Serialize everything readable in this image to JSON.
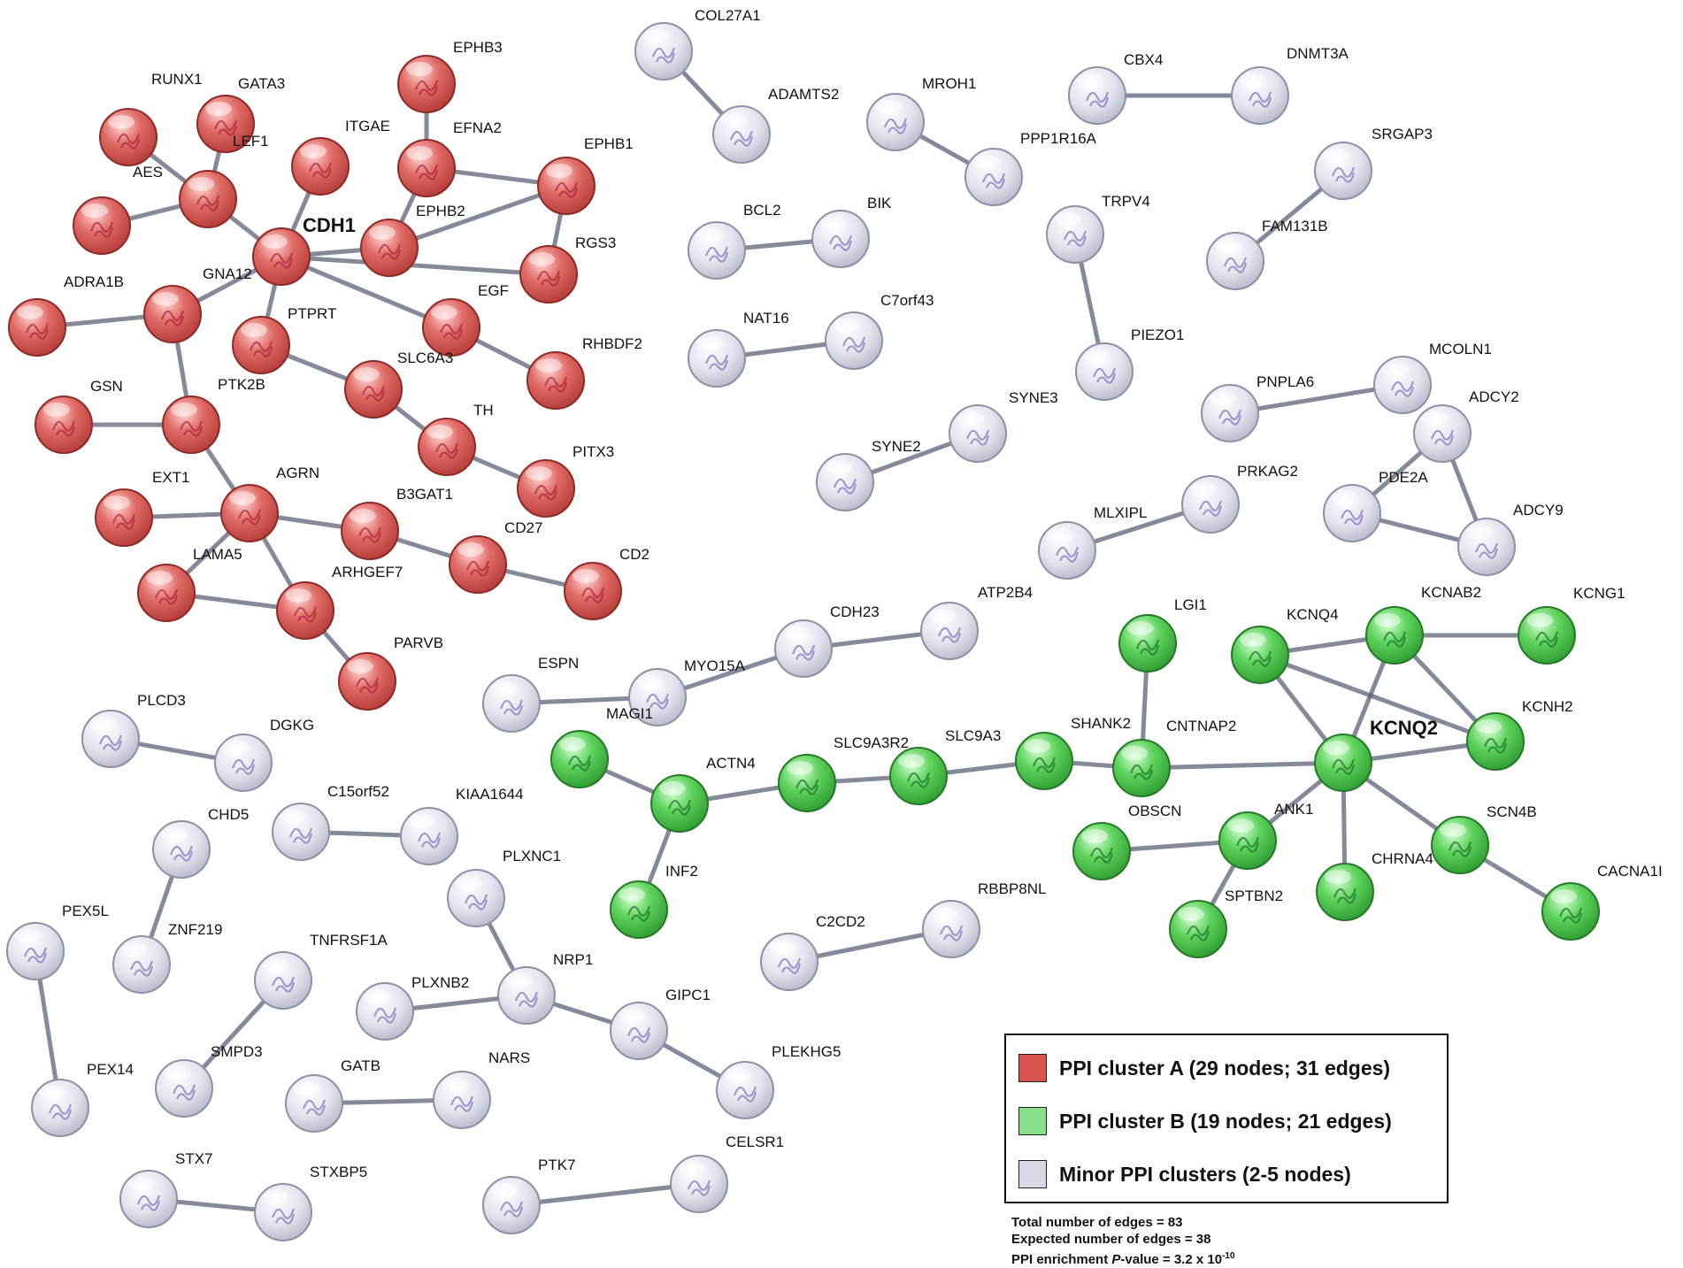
{
  "colors": {
    "cluster_a": "#d9534f",
    "cluster_b": "#3fbf3f",
    "minor": "#d7d8e6",
    "edge": "#5c6178"
  },
  "nodes": [
    {
      "id": "RUNX1",
      "cluster": "A"
    },
    {
      "id": "GATA3",
      "cluster": "A"
    },
    {
      "id": "LEF1",
      "cluster": "A"
    },
    {
      "id": "AES",
      "cluster": "A"
    },
    {
      "id": "ITGAE",
      "cluster": "A"
    },
    {
      "id": "CDH1",
      "cluster": "A",
      "hub": true
    },
    {
      "id": "EPHB3",
      "cluster": "A"
    },
    {
      "id": "EFNA2",
      "cluster": "A"
    },
    {
      "id": "EPHB1",
      "cluster": "A"
    },
    {
      "id": "EPHB2",
      "cluster": "A"
    },
    {
      "id": "RGS3",
      "cluster": "A"
    },
    {
      "id": "ADRA1B",
      "cluster": "A"
    },
    {
      "id": "GNA12",
      "cluster": "A"
    },
    {
      "id": "PTPRT",
      "cluster": "A"
    },
    {
      "id": "EGF",
      "cluster": "A"
    },
    {
      "id": "SLC6A3",
      "cluster": "A"
    },
    {
      "id": "RHBDF2",
      "cluster": "A"
    },
    {
      "id": "GSN",
      "cluster": "A"
    },
    {
      "id": "PTK2B",
      "cluster": "A"
    },
    {
      "id": "TH",
      "cluster": "A"
    },
    {
      "id": "PITX3",
      "cluster": "A"
    },
    {
      "id": "EXT1",
      "cluster": "A"
    },
    {
      "id": "AGRN",
      "cluster": "A"
    },
    {
      "id": "B3GAT1",
      "cluster": "A"
    },
    {
      "id": "CD27",
      "cluster": "A"
    },
    {
      "id": "CD2",
      "cluster": "A"
    },
    {
      "id": "LAMA5",
      "cluster": "A"
    },
    {
      "id": "ARHGEF7",
      "cluster": "A"
    },
    {
      "id": "PARVB",
      "cluster": "A"
    },
    {
      "id": "COL27A1",
      "cluster": "M"
    },
    {
      "id": "ADAMTS2",
      "cluster": "M"
    },
    {
      "id": "MROH1",
      "cluster": "M"
    },
    {
      "id": "PPP1R16A",
      "cluster": "M"
    },
    {
      "id": "CBX4",
      "cluster": "M"
    },
    {
      "id": "DNMT3A",
      "cluster": "M"
    },
    {
      "id": "SRGAP3",
      "cluster": "M"
    },
    {
      "id": "FAM131B",
      "cluster": "M"
    },
    {
      "id": "BCL2",
      "cluster": "M"
    },
    {
      "id": "BIK",
      "cluster": "M"
    },
    {
      "id": "TRPV4",
      "cluster": "M"
    },
    {
      "id": "PIEZO1",
      "cluster": "M"
    },
    {
      "id": "NAT16",
      "cluster": "M"
    },
    {
      "id": "C7orf43",
      "cluster": "M"
    },
    {
      "id": "PNPLA6",
      "cluster": "M"
    },
    {
      "id": "MCOLN1",
      "cluster": "M"
    },
    {
      "id": "SYNE3",
      "cluster": "M"
    },
    {
      "id": "SYNE2",
      "cluster": "M"
    },
    {
      "id": "ADCY2",
      "cluster": "M"
    },
    {
      "id": "PDE2A",
      "cluster": "M"
    },
    {
      "id": "ADCY9",
      "cluster": "M"
    },
    {
      "id": "PRKAG2",
      "cluster": "M"
    },
    {
      "id": "MLXIPL",
      "cluster": "M"
    },
    {
      "id": "ATP2B4",
      "cluster": "M"
    },
    {
      "id": "CDH23",
      "cluster": "M"
    },
    {
      "id": "MYO15A",
      "cluster": "M"
    },
    {
      "id": "ESPN",
      "cluster": "M"
    },
    {
      "id": "LGI1",
      "cluster": "B"
    },
    {
      "id": "KCNQ4",
      "cluster": "B"
    },
    {
      "id": "KCNAB2",
      "cluster": "B"
    },
    {
      "id": "KCNG1",
      "cluster": "B"
    },
    {
      "id": "KCNH2",
      "cluster": "B"
    },
    {
      "id": "KCNQ2",
      "cluster": "B",
      "hub": true
    },
    {
      "id": "SHANK2",
      "cluster": "B"
    },
    {
      "id": "CNTNAP2",
      "cluster": "B"
    },
    {
      "id": "SLC9A3",
      "cluster": "B"
    },
    {
      "id": "SLC9A3R2",
      "cluster": "B"
    },
    {
      "id": "ACTN4",
      "cluster": "B"
    },
    {
      "id": "MAGI1",
      "cluster": "B"
    },
    {
      "id": "INF2",
      "cluster": "B"
    },
    {
      "id": "ANK1",
      "cluster": "B"
    },
    {
      "id": "OBSCN",
      "cluster": "B"
    },
    {
      "id": "SPTBN2",
      "cluster": "B"
    },
    {
      "id": "CHRNA4",
      "cluster": "B"
    },
    {
      "id": "SCN4B",
      "cluster": "B"
    },
    {
      "id": "CACNA1I",
      "cluster": "B"
    },
    {
      "id": "PLCD3",
      "cluster": "M"
    },
    {
      "id": "DGKG",
      "cluster": "M"
    },
    {
      "id": "C15orf52",
      "cluster": "M"
    },
    {
      "id": "KIAA1644",
      "cluster": "M"
    },
    {
      "id": "CHD5",
      "cluster": "M"
    },
    {
      "id": "ZNF219",
      "cluster": "M"
    },
    {
      "id": "PLXNC1",
      "cluster": "M"
    },
    {
      "id": "NRP1",
      "cluster": "M"
    },
    {
      "id": "PLXNB2",
      "cluster": "M"
    },
    {
      "id": "GIPC1",
      "cluster": "M"
    },
    {
      "id": "PLEKHG5",
      "cluster": "M"
    },
    {
      "id": "PEX5L",
      "cluster": "M"
    },
    {
      "id": "PEX14",
      "cluster": "M"
    },
    {
      "id": "TNFRSF1A",
      "cluster": "M"
    },
    {
      "id": "SMPD3",
      "cluster": "M"
    },
    {
      "id": "GATB",
      "cluster": "M"
    },
    {
      "id": "NARS",
      "cluster": "M"
    },
    {
      "id": "C2CD2",
      "cluster": "M"
    },
    {
      "id": "RBBP8NL",
      "cluster": "M"
    },
    {
      "id": "STX7",
      "cluster": "M"
    },
    {
      "id": "STXBP5",
      "cluster": "M"
    },
    {
      "id": "PTK7",
      "cluster": "M"
    },
    {
      "id": "CELSR1",
      "cluster": "M"
    }
  ],
  "edges": [
    [
      "RUNX1",
      "LEF1"
    ],
    [
      "GATA3",
      "LEF1"
    ],
    [
      "AES",
      "LEF1"
    ],
    [
      "LEF1",
      "CDH1"
    ],
    [
      "ITGAE",
      "CDH1"
    ],
    [
      "EPHB3",
      "EFNA2"
    ],
    [
      "EFNA2",
      "EPHB1"
    ],
    [
      "EFNA2",
      "EPHB2"
    ],
    [
      "EPHB1",
      "EPHB2"
    ],
    [
      "EPHB1",
      "RGS3"
    ],
    [
      "CDH1",
      "EPHB2"
    ],
    [
      "CDH1",
      "RGS3"
    ],
    [
      "CDH1",
      "EGF"
    ],
    [
      "CDH1",
      "GNA12"
    ],
    [
      "CDH1",
      "PTPRT"
    ],
    [
      "ADRA1B",
      "GNA12"
    ],
    [
      "GNA12",
      "PTK2B"
    ],
    [
      "PTPRT",
      "SLC6A3"
    ],
    [
      "EGF",
      "RHBDF2"
    ],
    [
      "SLC6A3",
      "TH"
    ],
    [
      "TH",
      "PITX3"
    ],
    [
      "GSN",
      "PTK2B"
    ],
    [
      "PTK2B",
      "AGRN"
    ],
    [
      "EXT1",
      "AGRN"
    ],
    [
      "AGRN",
      "LAMA5"
    ],
    [
      "AGRN",
      "B3GAT1"
    ],
    [
      "AGRN",
      "ARHGEF7"
    ],
    [
      "B3GAT1",
      "CD27"
    ],
    [
      "CD27",
      "CD2"
    ],
    [
      "LAMA5",
      "ARHGEF7"
    ],
    [
      "ARHGEF7",
      "PARVB"
    ],
    [
      "COL27A1",
      "ADAMTS2"
    ],
    [
      "MROH1",
      "PPP1R16A"
    ],
    [
      "CBX4",
      "DNMT3A"
    ],
    [
      "SRGAP3",
      "FAM131B"
    ],
    [
      "BCL2",
      "BIK"
    ],
    [
      "TRPV4",
      "PIEZO1"
    ],
    [
      "NAT16",
      "C7orf43"
    ],
    [
      "PNPLA6",
      "MCOLN1"
    ],
    [
      "SYNE2",
      "SYNE3"
    ],
    [
      "ADCY2",
      "ADCY9"
    ],
    [
      "PDE2A",
      "ADCY2"
    ],
    [
      "PDE2A",
      "ADCY9"
    ],
    [
      "MLXIPL",
      "PRKAG2"
    ],
    [
      "ESPN",
      "MYO15A"
    ],
    [
      "MYO15A",
      "CDH23"
    ],
    [
      "CDH23",
      "ATP2B4"
    ],
    [
      "LGI1",
      "CNTNAP2"
    ],
    [
      "KCNQ4",
      "KCNAB2"
    ],
    [
      "KCNQ4",
      "KCNH2"
    ],
    [
      "KCNQ4",
      "KCNQ2"
    ],
    [
      "KCNAB2",
      "KCNG1"
    ],
    [
      "KCNAB2",
      "KCNH2"
    ],
    [
      "KCNAB2",
      "KCNQ2"
    ],
    [
      "KCNH2",
      "KCNQ2"
    ],
    [
      "KCNQ2",
      "CNTNAP2"
    ],
    [
      "KCNQ2",
      "SCN4B"
    ],
    [
      "KCNQ2",
      "CHRNA4"
    ],
    [
      "KCNQ2",
      "ANK1"
    ],
    [
      "SCN4B",
      "CACNA1I"
    ],
    [
      "SHANK2",
      "CNTNAP2"
    ],
    [
      "SLC9A3",
      "SHANK2"
    ],
    [
      "SLC9A3R2",
      "SLC9A3"
    ],
    [
      "ACTN4",
      "SLC9A3R2"
    ],
    [
      "MAGI1",
      "ACTN4"
    ],
    [
      "ACTN4",
      "INF2"
    ],
    [
      "OBSCN",
      "ANK1"
    ],
    [
      "ANK1",
      "SPTBN2"
    ],
    [
      "PLCD3",
      "DGKG"
    ],
    [
      "C15orf52",
      "KIAA1644"
    ],
    [
      "CHD5",
      "ZNF219"
    ],
    [
      "PLXNC1",
      "NRP1"
    ],
    [
      "PLXNB2",
      "NRP1"
    ],
    [
      "NRP1",
      "GIPC1"
    ],
    [
      "GIPC1",
      "PLEKHG5"
    ],
    [
      "PEX5L",
      "PEX14"
    ],
    [
      "TNFRSF1A",
      "SMPD3"
    ],
    [
      "GATB",
      "NARS"
    ],
    [
      "C2CD2",
      "RBBP8NL"
    ],
    [
      "STX7",
      "STXBP5"
    ],
    [
      "PTK7",
      "CELSR1"
    ]
  ],
  "legend": [
    {
      "color": "#d9534f",
      "label": "PPI cluster A (29 nodes; 31 edges)"
    },
    {
      "color": "#86e08a",
      "label": "PPI cluster B (19 nodes; 21 edges)"
    },
    {
      "color": "#d7d8e6",
      "label": "Minor PPI clusters (2-5 nodes)"
    }
  ],
  "stats": {
    "total_edges": "Total number of edges = 83",
    "expected_edges": "Expected number of edges = 38",
    "enrichment_prefix": "PPI enrichment ",
    "enrichment_p": "P",
    "enrichment_mid": "-value = 3.2 x 10",
    "enrichment_exp": "-10"
  }
}
